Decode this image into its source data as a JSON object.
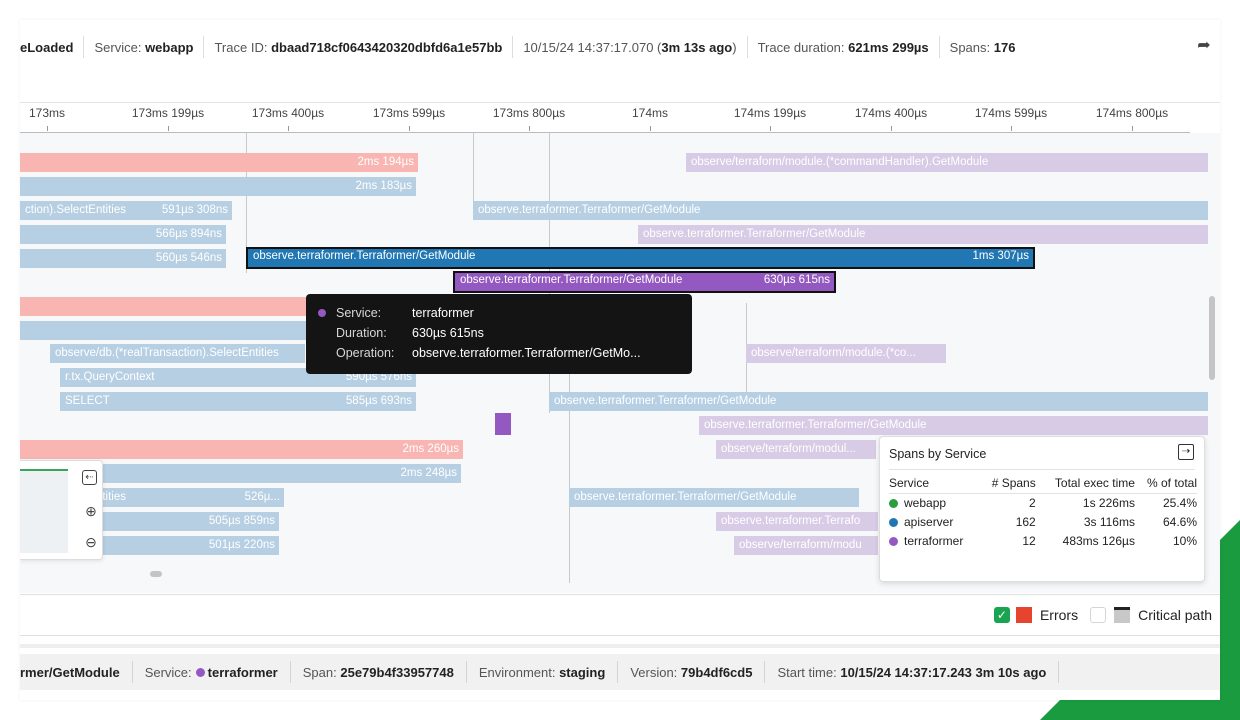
{
  "header": {
    "page_fragment": "eLoaded",
    "service_label": "Service:",
    "service_value": "webapp",
    "trace_id_label": "Trace ID:",
    "trace_id_value": "dbaad718cf0643420320dbfd6a1e57bb",
    "timestamp": "10/15/24 14:37:17.070 (",
    "timestamp_ago": "3m 13s ago",
    "timestamp_close": ")",
    "duration_label": "Trace duration:",
    "duration_value": "621ms 299µs",
    "spans_label": "Spans:",
    "spans_value": "176",
    "share_icon": "share-icon"
  },
  "ruler": {
    "ticks": [
      "173ms",
      "173ms 199µs",
      "173ms 400µs",
      "173ms 599µs",
      "173ms 800µs",
      "174ms",
      "174ms 199µs",
      "174ms 400µs",
      "174ms 599µs",
      "174ms 800µs"
    ]
  },
  "spans": [
    {
      "color": "pink",
      "label": "",
      "duration": "2ms 194µs"
    },
    {
      "color": "lav",
      "label": "observe/terraform/module.(*commandHandler).GetModule",
      "duration": ""
    },
    {
      "color": "blue",
      "label": "",
      "duration": "2ms 183µs"
    },
    {
      "color": "blue",
      "label": "ction).SelectEntities",
      "duration": "591µs 308ns"
    },
    {
      "color": "blue",
      "label": "observe.terraformer.Terraformer/GetModule",
      "duration": ""
    },
    {
      "color": "blue",
      "label": "",
      "duration": "566µs 894ns"
    },
    {
      "color": "lav",
      "label": "observe.terraformer.Terraformer/GetModule",
      "duration": ""
    },
    {
      "color": "blue",
      "label": "",
      "duration": "560µs 546ns"
    },
    {
      "color": "dblue",
      "label": "observe.terraformer.Terraformer/GetModule",
      "duration": "1ms 307µs"
    },
    {
      "color": "purp",
      "label": "observe.terraformer.Terraformer/GetModule",
      "duration": "630µs 615ns"
    },
    {
      "color": "blue",
      "label": "observe/db.(*realTransaction).SelectEntities",
      "duration": ""
    },
    {
      "color": "lav",
      "label": "observe/terraform/module.(*co...",
      "duration": ""
    },
    {
      "color": "blue",
      "label": "r.tx.QueryContext",
      "duration": "590µs 576ns"
    },
    {
      "color": "blue",
      "label": "SELECT",
      "duration": "585µs 693ns"
    },
    {
      "color": "blue",
      "label": "observe.terraformer.Terraformer/GetModule",
      "duration": ""
    },
    {
      "color": "lav",
      "label": "observe.terraformer.Terraformer/GetModule",
      "duration": ""
    },
    {
      "color": "pink",
      "label": "",
      "duration": "2ms 260µs"
    },
    {
      "color": "lav",
      "label": "observe/terraform/modul...",
      "duration": ""
    },
    {
      "color": "blue",
      "label": "",
      "duration": "2ms 248µs"
    },
    {
      "color": "blue",
      "label": "ction).SelectEntities",
      "duration": "526µ..."
    },
    {
      "color": "blue",
      "label": "observe.terraformer.Terraformer/GetModule",
      "duration": ""
    },
    {
      "color": "blue",
      "label": "",
      "duration": "505µs 859ns"
    },
    {
      "color": "lav",
      "label": "observe.terraformer.Terrafo",
      "duration": ""
    },
    {
      "color": "blue",
      "label": "",
      "duration": "501µs 220ns"
    },
    {
      "color": "lav",
      "label": "observe/terraform/modu",
      "duration": ""
    }
  ],
  "tooltip": {
    "service_label": "Service:",
    "service_value": "terraformer",
    "duration_label": "Duration:",
    "duration_value": "630µs 615ns",
    "operation_label": "Operation:",
    "operation_value": "observe.terraformer.Terraformer/GetMo..."
  },
  "spans_by_service": {
    "title": "Spans by Service",
    "columns": [
      "Service",
      "# Spans",
      "Total exec time",
      "% of total"
    ],
    "rows": [
      {
        "service": "webapp",
        "spans": "2",
        "exec": "1s 226ms",
        "pct": "25.4%",
        "color": "#2a9d3f"
      },
      {
        "service": "apiserver",
        "spans": "162",
        "exec": "3s 116ms",
        "pct": "64.6%",
        "color": "#2177b3"
      },
      {
        "service": "terraformer",
        "spans": "12",
        "exec": "483ms 126µs",
        "pct": "10%",
        "color": "#9459c0"
      }
    ]
  },
  "minimap": {
    "collapse_icon": "collapse-left-icon",
    "zoom_in_icon": "zoom-in-icon",
    "zoom_out_icon": "zoom-out-icon"
  },
  "legend": {
    "errors_label": "Errors",
    "critical_path_label": "Critical path",
    "errors_checked": true,
    "critical_path_checked": false
  },
  "footer": {
    "operation": "rmer/GetModule",
    "service_label": "Service:",
    "service_value": "terraformer",
    "span_label": "Span:",
    "span_value": "25e79b4f33957748",
    "env_label": "Environment:",
    "env_value": "staging",
    "version_label": "Version:",
    "version_value": "79b4df6cd5",
    "start_label": "Start time:",
    "start_value": "10/15/24 14:37:17.243 3m 10s ago"
  }
}
